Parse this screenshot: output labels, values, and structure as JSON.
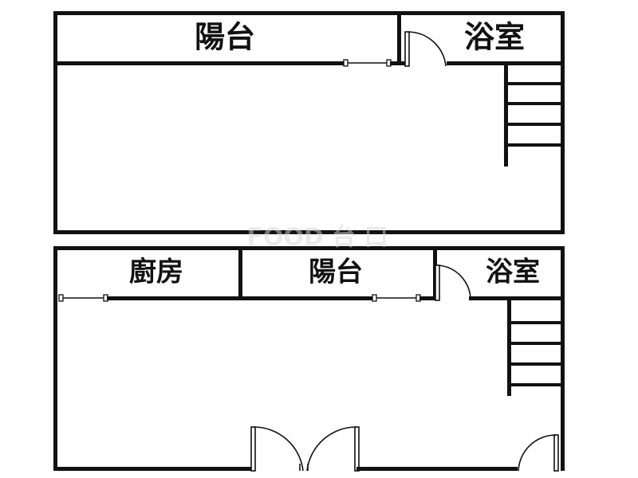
{
  "rooms": {
    "upper_balcony": "陽台",
    "upper_bathroom": "浴室",
    "kitchen": "廚房",
    "lower_balcony": "陽台",
    "lower_bathroom": "浴室"
  },
  "watermark": "FOOD 台 口",
  "colors": {
    "wall": "#111111",
    "background": "#ffffff"
  }
}
